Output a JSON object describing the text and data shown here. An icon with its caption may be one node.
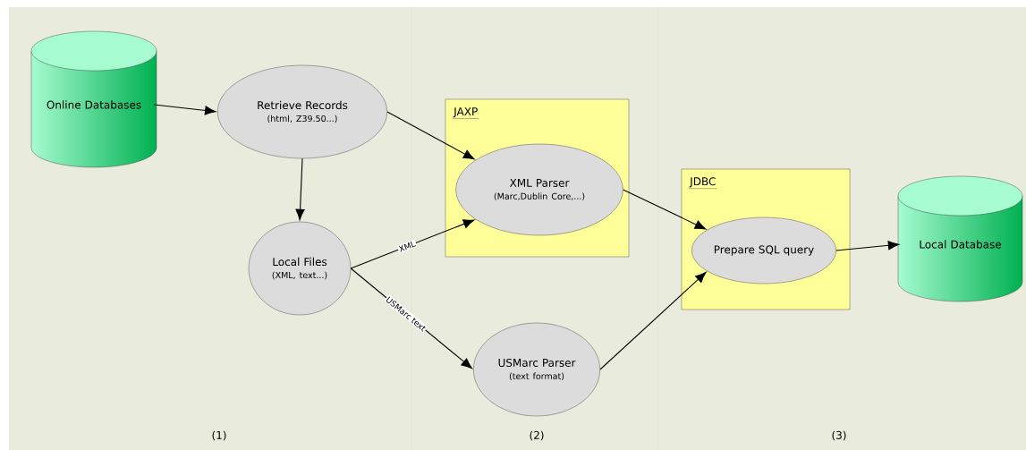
{
  "diagram": {
    "nodes": [
      {
        "text": [
          "Online Databases"
        ]
      },
      {
        "text": [
          "Retrieve Records",
          "(html, Z39.50...)"
        ]
      },
      {
        "text": [
          "Local Files",
          "(XML, text...)"
        ]
      },
      {
        "text": [
          "JAXP"
        ]
      },
      {
        "text": [
          "XML Parser",
          "(Marc,Dublin Core,...)"
        ],
        "in": 3
      },
      {
        "text": [
          "USMarc Parser",
          "(text format)"
        ]
      },
      {
        "text": [
          "JDBC"
        ]
      },
      {
        "text": [
          "Prepare SQL query"
        ],
        "in": 6
      },
      {
        "text": [
          "Local Database"
        ]
      }
    ],
    "edges": [
      {
        "from": 0,
        "to": 1,
        "arrow": "to"
      },
      {
        "from": 1,
        "to": 2,
        "arrow": "to"
      },
      {
        "from": 1,
        "to": 4,
        "arrow": "to"
      },
      {
        "from": 2,
        "to": 4,
        "arrow": "to",
        "label": "XML"
      },
      {
        "from": 2,
        "to": 5,
        "arrow": "to",
        "label": "USMarc text"
      },
      {
        "from": 4,
        "to": 7,
        "arrow": "to"
      },
      {
        "from": 5,
        "to": 7,
        "arrow": "to"
      },
      {
        "from": 7,
        "to": 8,
        "arrow": "to"
      }
    ],
    "labels": [
      "(1)",
      "(2)",
      "(3)"
    ]
  }
}
